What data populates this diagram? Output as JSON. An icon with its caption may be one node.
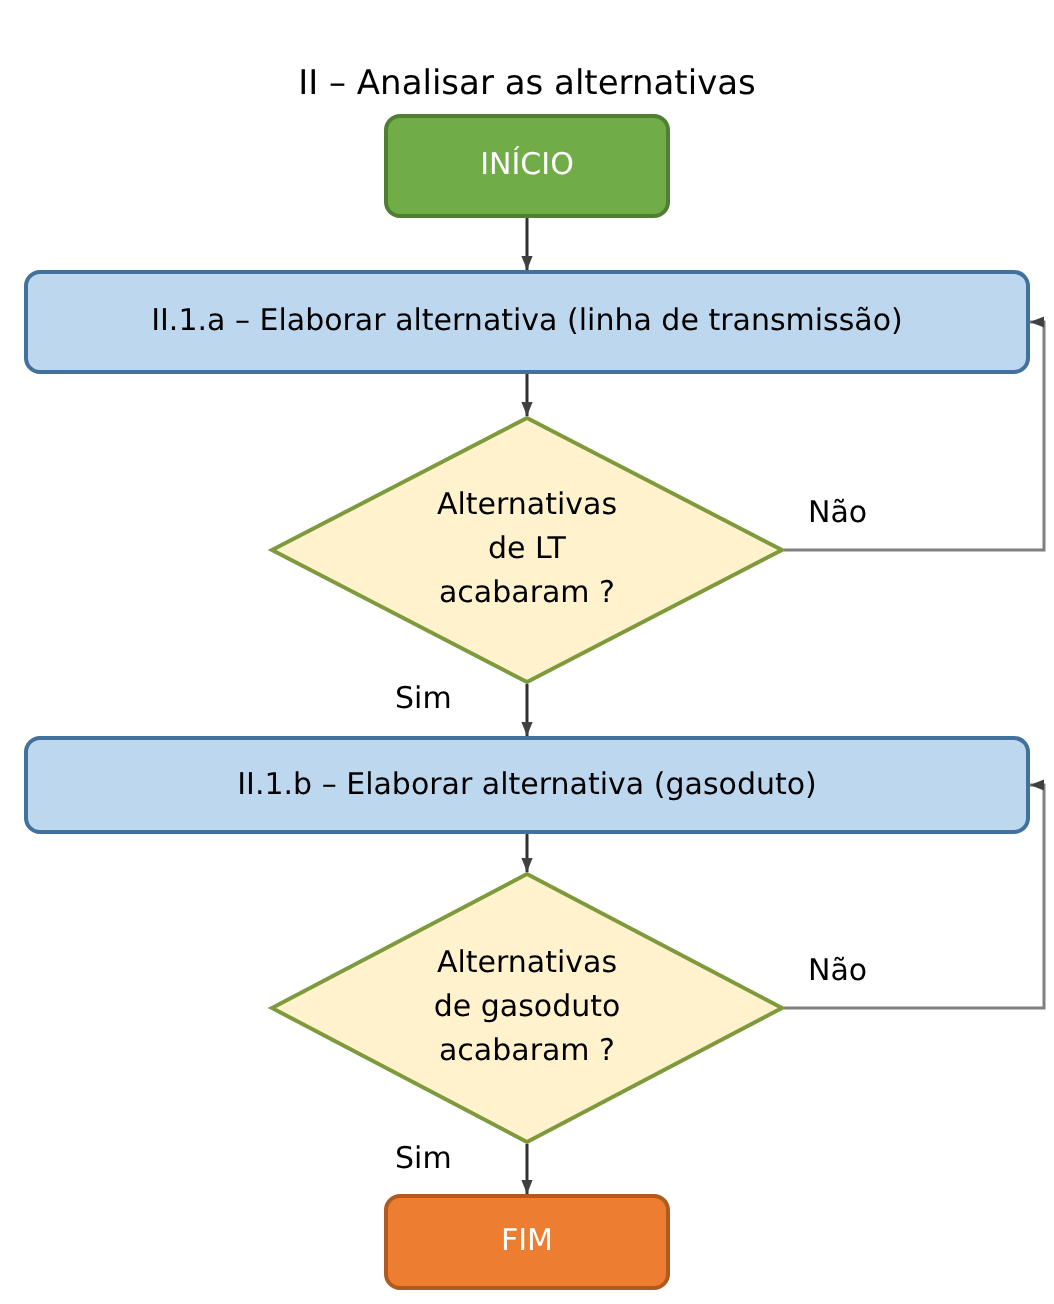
{
  "diagram": {
    "title": "II – Analisar as alternativas",
    "nodes": [
      {
        "text": [
          "INÍCIO"
        ]
      },
      {
        "text": [
          "II.1.a – Elaborar alternativa (linha de transmissão)"
        ]
      },
      {
        "text": [
          "Alternativas de LT acabaram ?"
        ]
      },
      {
        "text": [
          "II.1.b – Elaborar alternativa (gasoduto)"
        ]
      },
      {
        "text": [
          "Alternativas de gasoduto acabaram ?"
        ]
      },
      {
        "text": [
          "FIM"
        ]
      }
    ],
    "edges": [
      {
        "from": 0,
        "to": 1,
        "arrow": "to"
      },
      {
        "from": 1,
        "to": 2,
        "arrow": "to"
      },
      {
        "from": 2,
        "to": 3,
        "arrow": "to",
        "label": "Sim"
      },
      {
        "from": 2,
        "to": 1,
        "arrow": "to",
        "label": "Não"
      },
      {
        "from": 3,
        "to": 4,
        "arrow": "to"
      },
      {
        "from": 4,
        "to": 5,
        "arrow": "to",
        "label": "Sim"
      },
      {
        "from": 4,
        "to": 3,
        "arrow": "to",
        "label": "Não"
      }
    ]
  }
}
